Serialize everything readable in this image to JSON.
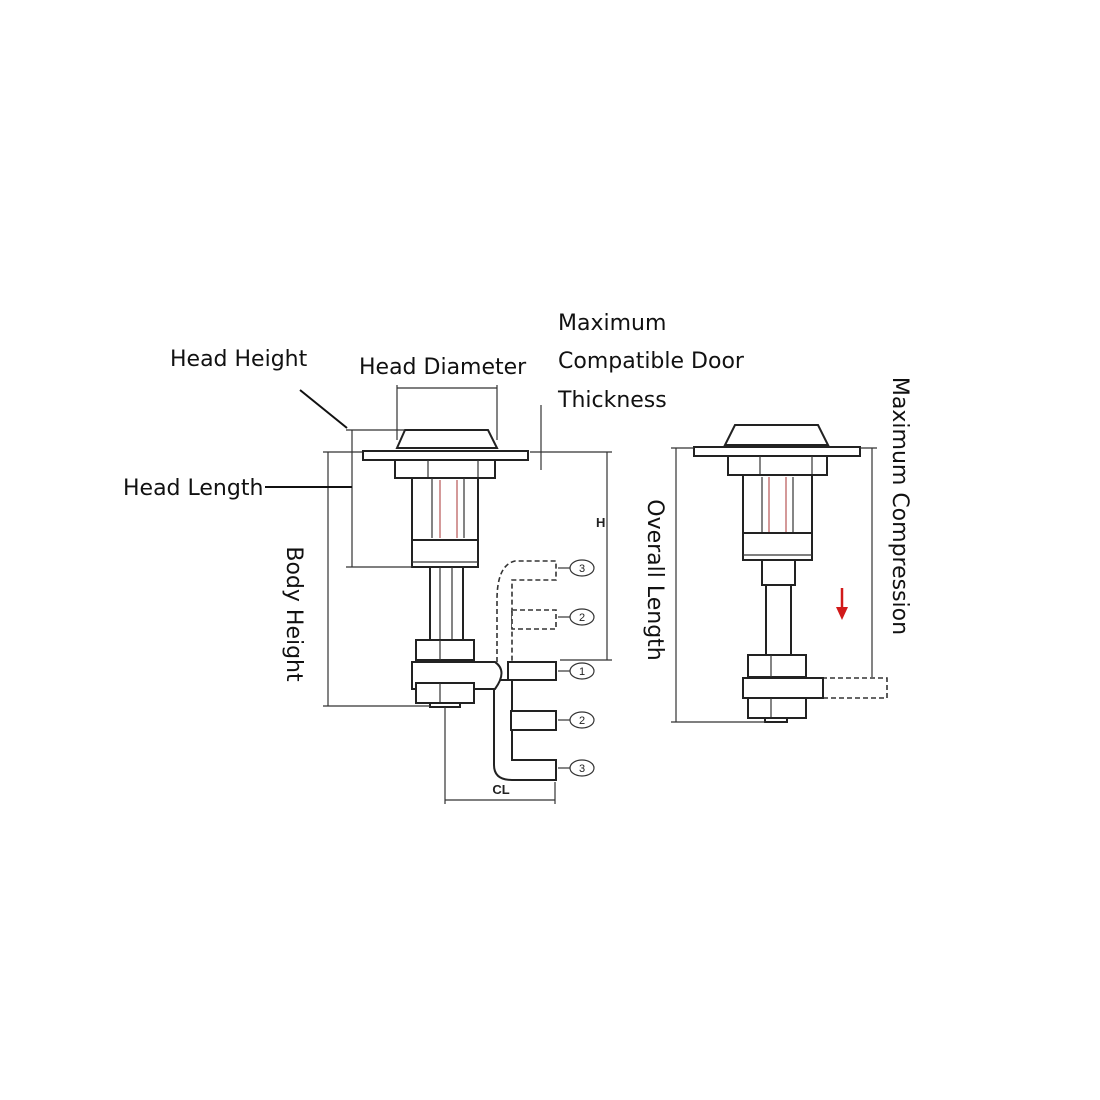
{
  "labels": {
    "head_height": "Head Height",
    "head_diameter": "Head Diameter",
    "max_door_1": "Maximum",
    "max_door_2": "Compatible Door",
    "max_door_3": "Thickness",
    "head_length": "Head Length",
    "body_height": "Body Height",
    "overall_length": "Overall Length",
    "max_compression": "Maximum Compression",
    "h": "H",
    "cl": "CL"
  },
  "positions": [
    "1",
    "2",
    "3",
    "2",
    "3"
  ],
  "colors": {
    "arrow": "#d11a1a",
    "line": "#222222"
  }
}
